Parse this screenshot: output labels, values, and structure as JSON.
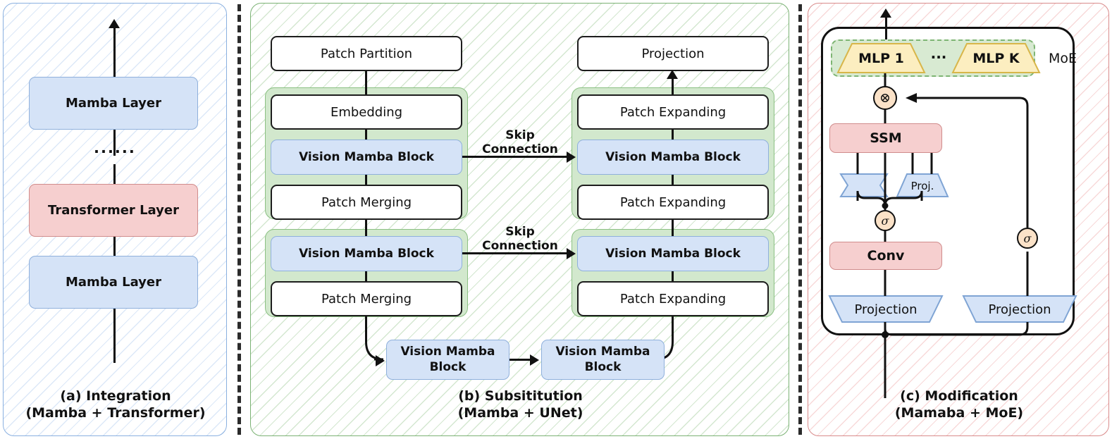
{
  "figure": {
    "title": "Mamba architecture design paradigms",
    "colors": {
      "mamba_blue": "#d5e3f7",
      "transformer_red": "#f6cfcf",
      "group_green": "#d2e8cd",
      "moe_yellow": "#fceec0",
      "sigma_peach": "#fbe2c8",
      "panel_a_border": "#8ab0e0",
      "panel_b_border": "#7bb274",
      "panel_c_border": "#d98b8b"
    }
  },
  "panel_a": {
    "caption_line1": "(a) Integration",
    "caption_line2": "(Mamba + Transformer)",
    "blocks": [
      {
        "label": "Mamba Layer",
        "kind": "mamba"
      },
      {
        "label": "Transformer Layer",
        "kind": "transformer"
      },
      {
        "label": "Mamba Layer",
        "kind": "mamba"
      }
    ],
    "ellipsis": "......"
  },
  "panel_b": {
    "caption_line1": "(b) Subsititution",
    "caption_line2": "(Mamba + UNet)",
    "encoder": {
      "top_block": "Patch Partition",
      "stage1": [
        "Embedding",
        "Vision Mamba Block",
        "Patch Merging"
      ],
      "stage2": [
        "Vision Mamba Block",
        "Patch Merging"
      ]
    },
    "decoder": {
      "top_block": "Projection",
      "stage1": [
        "Patch Expanding",
        "Vision Mamba Block",
        "Patch Expanding"
      ],
      "stage2": [
        "Vision Mamba Block",
        "Patch Expanding"
      ]
    },
    "bottleneck": [
      "Vision Mamba Block",
      "Vision Mamba Block"
    ],
    "skip_labels": [
      {
        "line1": "Skip",
        "line2": "Connection"
      },
      {
        "line1": "Skip",
        "line2": "Connection"
      }
    ]
  },
  "panel_c": {
    "caption_line1": "(c) Modification",
    "caption_line2": "(Mamaba + MoE)",
    "moe_label": "MoE",
    "experts": [
      {
        "label": "MLP 1"
      },
      {
        "label": "MLP K"
      }
    ],
    "expert_ellipsis": "···",
    "ssm_label": "SSM",
    "conv_label": "Conv",
    "proj_small_label": "Proj.",
    "projection_left_label": "Projection",
    "projection_right_label": "Projection",
    "multiply_symbol": "⊗",
    "sigma_symbol": "σ"
  }
}
